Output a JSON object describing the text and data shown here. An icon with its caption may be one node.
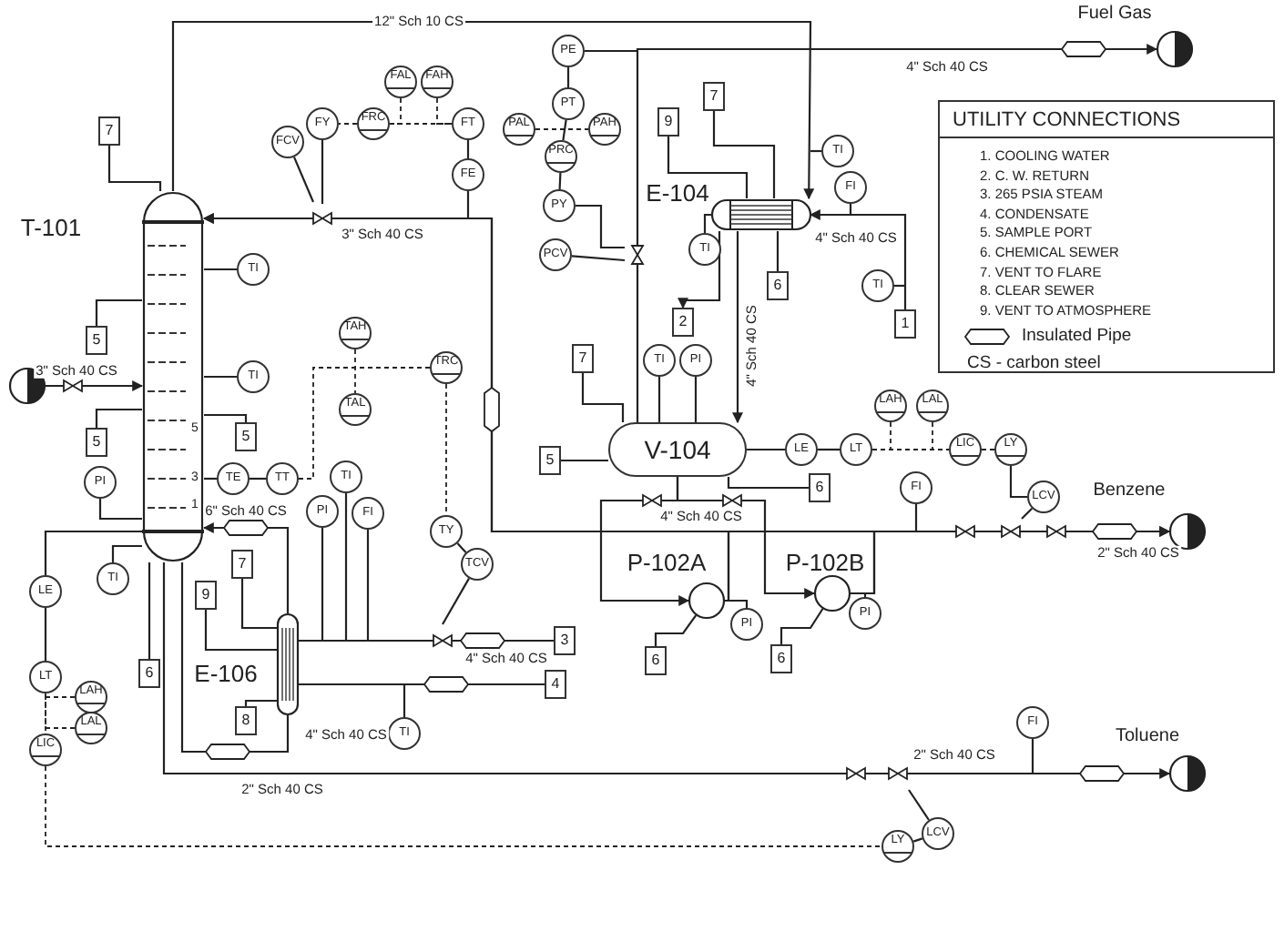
{
  "diagram": {
    "nodes": [
      {
        "text": [
          "T-101"
        ]
      },
      {
        "text": [
          "7"
        ]
      },
      {
        "text": [
          "FAL"
        ]
      },
      {
        "text": [
          "FAH"
        ]
      },
      {
        "text": [
          "FCV"
        ]
      },
      {
        "text": [
          "FY"
        ]
      },
      {
        "text": [
          "FRC"
        ]
      },
      {
        "text": [
          "FT"
        ]
      },
      {
        "text": [
          "FE"
        ]
      },
      {
        "text": [
          "PE"
        ]
      },
      {
        "text": [
          "PT"
        ]
      },
      {
        "text": [
          "PAL"
        ]
      },
      {
        "text": [
          "PRC"
        ]
      },
      {
        "text": [
          "PAH"
        ]
      },
      {
        "text": [
          "PY"
        ]
      },
      {
        "text": [
          "PCV"
        ]
      },
      {
        "text": [
          "9"
        ]
      },
      {
        "text": [
          "7"
        ]
      },
      {
        "text": [
          "E-104"
        ]
      },
      {
        "text": [
          "TI"
        ]
      },
      {
        "text": [
          "FI"
        ]
      },
      {
        "text": [
          "TI"
        ]
      },
      {
        "text": [
          "6"
        ]
      },
      {
        "text": [
          "2"
        ]
      },
      {
        "text": [
          "TI"
        ]
      },
      {
        "text": [
          "1"
        ]
      },
      {
        "text": [],
        "shape": "circle",
        "beside": [
          "Fuel Gas"
        ]
      },
      {
        "text": [
          "TI"
        ]
      },
      {
        "text": [
          "5"
        ]
      },
      {
        "text": [],
        "shape": "circle"
      },
      {
        "text": [
          "TI"
        ]
      },
      {
        "text": [
          "5"
        ]
      },
      {
        "text": [
          "5"
        ]
      },
      {
        "text": [
          "TAH"
        ]
      },
      {
        "text": [
          "TRC"
        ]
      },
      {
        "text": [
          "TAL"
        ]
      },
      {
        "text": [
          "7"
        ]
      },
      {
        "text": [
          "TI"
        ]
      },
      {
        "text": [
          "PI"
        ]
      },
      {
        "text": [
          "V-104"
        ]
      },
      {
        "text": [
          "5"
        ]
      },
      {
        "text": [
          "LE"
        ]
      },
      {
        "text": [
          "LT"
        ]
      },
      {
        "text": [
          "LAH"
        ]
      },
      {
        "text": [
          "LAL"
        ]
      },
      {
        "text": [
          "LIC"
        ]
      },
      {
        "text": [
          "LY"
        ]
      },
      {
        "text": [
          "6"
        ]
      },
      {
        "text": [
          "PI"
        ]
      },
      {
        "text": [
          "TE"
        ]
      },
      {
        "text": [
          "TT"
        ]
      },
      {
        "text": [
          "TI"
        ]
      },
      {
        "text": [
          "PI"
        ]
      },
      {
        "text": [
          "FI"
        ]
      },
      {
        "text": [
          "TY"
        ]
      },
      {
        "text": [
          "TCV"
        ]
      },
      {
        "text": [
          "FI"
        ]
      },
      {
        "text": [
          "LCV"
        ]
      },
      {
        "text": [],
        "shape": "circle",
        "beside": [
          "Benzene"
        ]
      },
      {
        "text": [
          "TI"
        ]
      },
      {
        "text": [
          "7"
        ]
      },
      {
        "text": [
          "9"
        ]
      },
      {
        "text": [
          "P-102A"
        ]
      },
      {
        "text": [
          "P-102B"
        ]
      },
      {
        "text": [
          "PI"
        ]
      },
      {
        "text": [
          "PI"
        ]
      },
      {
        "text": [
          "LE"
        ]
      },
      {
        "text": [
          "6"
        ]
      },
      {
        "text": [
          "E-106"
        ]
      },
      {
        "text": [
          "3"
        ]
      },
      {
        "text": [
          "LT"
        ]
      },
      {
        "text": [
          "LAH"
        ]
      },
      {
        "text": [
          "8"
        ]
      },
      {
        "text": [
          "4"
        ]
      },
      {
        "text": [
          "6"
        ]
      },
      {
        "text": [
          "6"
        ]
      },
      {
        "text": [
          "LAL"
        ]
      },
      {
        "text": [
          "TI"
        ]
      },
      {
        "text": [
          "FI"
        ]
      },
      {
        "text": [
          "LIC"
        ]
      },
      {
        "text": [],
        "shape": "circle",
        "beside": [
          "Toluene"
        ]
      },
      {
        "text": [
          "LY"
        ]
      },
      {
        "text": [
          "LCV"
        ]
      }
    ],
    "edges": [
      {
        "from": 0,
        "to": 18,
        "arrow": "to",
        "label": "12\" Sch 10 CS"
      },
      {
        "from": 1,
        "to": 0,
        "arrow": "none"
      },
      {
        "from": 29,
        "to": 0,
        "arrow": "to",
        "label": "3\" Sch 40 CS"
      },
      {
        "from": 0,
        "to": 27,
        "arrow": "none"
      },
      {
        "from": 0,
        "to": 28,
        "arrow": "none"
      },
      {
        "from": 0,
        "to": 30,
        "arrow": "none"
      },
      {
        "from": 0,
        "to": 31,
        "arrow": "none"
      },
      {
        "from": 0,
        "to": 32,
        "arrow": "none"
      },
      {
        "from": 0,
        "to": 48,
        "arrow": "none"
      },
      {
        "from": 0,
        "to": 49,
        "arrow": "none"
      },
      {
        "from": 49,
        "to": 50,
        "arrow": "none"
      },
      {
        "from": 50,
        "to": 34,
        "arrow": "none",
        "style": "dashed"
      },
      {
        "from": 33,
        "to": 35,
        "arrow": "none",
        "style": "dashed"
      },
      {
        "from": 34,
        "to": 54,
        "arrow": "none",
        "style": "dashed"
      },
      {
        "from": 54,
        "to": 55,
        "arrow": "none"
      },
      {
        "from": 55,
        "to": null,
        "arrow": "none"
      },
      {
        "from": 0,
        "to": 59,
        "arrow": "none"
      },
      {
        "from": 0,
        "to": 66,
        "arrow": "none"
      },
      {
        "from": 66,
        "to": 70,
        "arrow": "none"
      },
      {
        "from": 70,
        "to": 79,
        "arrow": "none",
        "style": "dashed"
      },
      {
        "from": 71,
        "to": 70,
        "arrow": "none",
        "style": "dashed"
      },
      {
        "from": 76,
        "to": 70,
        "arrow": "none",
        "style": "dashed"
      },
      {
        "from": 79,
        "to": 81,
        "arrow": "none",
        "style": "dashed"
      },
      {
        "from": 81,
        "to": 82,
        "arrow": "none"
      },
      {
        "from": 82,
        "to": null,
        "arrow": "none"
      },
      {
        "from": 0,
        "to": 67,
        "arrow": "none"
      },
      {
        "from": 0,
        "to": 68,
        "arrow": "none",
        "label": "4\" Sch 40 CS"
      },
      {
        "from": 68,
        "to": 0,
        "arrow": "to",
        "label": "6\" Sch 40 CS"
      },
      {
        "from": 0,
        "to": 80,
        "arrow": "to",
        "label": "2\" Sch 40 CS"
      },
      {
        "from": 68,
        "to": 60,
        "arrow": "none"
      },
      {
        "from": 68,
        "to": 61,
        "arrow": "none"
      },
      {
        "from": 68,
        "to": 72,
        "arrow": "none"
      },
      {
        "from": 69,
        "to": 68,
        "arrow": "none",
        "label": "4\" Sch 40 CS"
      },
      {
        "from": 68,
        "to": 73,
        "arrow": "none"
      },
      {
        "from": 51,
        "to": null,
        "arrow": "none"
      },
      {
        "from": 52,
        "to": null,
        "arrow": "none"
      },
      {
        "from": 53,
        "to": null,
        "arrow": "none"
      },
      {
        "from": 77,
        "to": null,
        "arrow": "none"
      },
      {
        "from": 18,
        "to": 39,
        "arrow": "to",
        "label": "4\" Sch 40 CS"
      },
      {
        "from": 39,
        "to": 26,
        "arrow": "to",
        "label": "4\" Sch 40 CS"
      },
      {
        "from": 36,
        "to": 39,
        "arrow": "none"
      },
      {
        "from": 37,
        "to": 39,
        "arrow": "none"
      },
      {
        "from": 38,
        "to": 39,
        "arrow": "none"
      },
      {
        "from": 40,
        "to": 39,
        "arrow": "none"
      },
      {
        "from": 39,
        "to": 47,
        "arrow": "none"
      },
      {
        "from": 39,
        "to": 41,
        "arrow": "none"
      },
      {
        "from": 41,
        "to": 42,
        "arrow": "none"
      },
      {
        "from": 42,
        "to": 45,
        "arrow": "none",
        "style": "dashed"
      },
      {
        "from": 43,
        "to": 42,
        "arrow": "none",
        "style": "dashed"
      },
      {
        "from": 44,
        "to": 45,
        "arrow": "none",
        "style": "dashed"
      },
      {
        "from": 45,
        "to": 46,
        "arrow": "none",
        "style": "dashed"
      },
      {
        "from": 46,
        "to": 57,
        "arrow": "none"
      },
      {
        "from": 57,
        "to": null,
        "arrow": "none"
      },
      {
        "from": 56,
        "to": null,
        "arrow": "none"
      },
      {
        "from": 39,
        "to": 62,
        "arrow": "to",
        "label": "4\" Sch 40 CS"
      },
      {
        "from": 39,
        "to": 63,
        "arrow": "to"
      },
      {
        "from": 62,
        "to": 0,
        "arrow": "to",
        "label": "3\" Sch 40 CS"
      },
      {
        "from": 63,
        "to": 0,
        "arrow": "to"
      },
      {
        "from": 62,
        "to": 58,
        "arrow": "to",
        "label": "2\" Sch 40 CS"
      },
      {
        "from": 63,
        "to": 58,
        "arrow": "to"
      },
      {
        "from": 62,
        "to": 74,
        "arrow": "none"
      },
      {
        "from": 63,
        "to": 75,
        "arrow": "none"
      },
      {
        "from": 62,
        "to": 64,
        "arrow": "none"
      },
      {
        "from": 63,
        "to": 65,
        "arrow": "none"
      },
      {
        "from": 18,
        "to": 16,
        "arrow": "none"
      },
      {
        "from": 18,
        "to": 17,
        "arrow": "none"
      },
      {
        "from": 18,
        "to": 21,
        "arrow": "none"
      },
      {
        "from": 18,
        "to": 23,
        "arrow": "to"
      },
      {
        "from": 18,
        "to": 22,
        "arrow": "none"
      },
      {
        "from": 25,
        "to": 18,
        "arrow": "to",
        "label": "4\" Sch 40 CS"
      },
      {
        "from": 24,
        "to": null,
        "arrow": "none"
      },
      {
        "from": 20,
        "to": null,
        "arrow": "none"
      },
      {
        "from": 19,
        "to": null,
        "arrow": "none"
      },
      {
        "from": 9,
        "to": null,
        "arrow": "none"
      },
      {
        "from": 9,
        "to": 10,
        "arrow": "none"
      },
      {
        "from": 10,
        "to": 12,
        "arrow": "none"
      },
      {
        "from": 11,
        "to": 13,
        "arrow": "none",
        "style": "dashed"
      },
      {
        "from": 12,
        "to": 14,
        "arrow": "none"
      },
      {
        "from": 14,
        "to": null,
        "arrow": "none"
      },
      {
        "from": 15,
        "to": null,
        "arrow": "none"
      },
      {
        "from": 8,
        "to": null,
        "arrow": "none"
      },
      {
        "from": 8,
        "to": 7,
        "arrow": "none"
      },
      {
        "from": 7,
        "to": 6,
        "arrow": "none",
        "style": "dashed"
      },
      {
        "from": 6,
        "to": 5,
        "arrow": "none",
        "style": "dashed"
      },
      {
        "from": 5,
        "to": null,
        "arrow": "none"
      },
      {
        "from": 4,
        "to": null,
        "arrow": "none"
      },
      {
        "from": 2,
        "to": 6,
        "arrow": "none",
        "style": "dashed"
      },
      {
        "from": 3,
        "to": 7,
        "arrow": "none",
        "style": "dashed"
      },
      {
        "from": 78,
        "to": null,
        "arrow": "none"
      }
    ],
    "labels": [
      "5",
      "3",
      "1",
      "UTILITY CONNECTIONS",
      "2\" Sch 40 CS"
    ],
    "legend": [
      {
        "text": "1. COOLING WATER"
      },
      {
        "text": "2. C. W. RETURN"
      },
      {
        "text": "3. 265 PSIA STEAM"
      },
      {
        "text": "4. CONDENSATE"
      },
      {
        "text": "5. SAMPLE PORT"
      },
      {
        "text": "6. CHEMICAL SEWER"
      },
      {
        "text": "7. VENT TO FLARE"
      },
      {
        "text": "8. CLEAR SEWER"
      },
      {
        "text": "9. VENT TO ATMOSPHERE"
      },
      {
        "text": "Insulated Pipe"
      },
      {
        "text": "CS - carbon steel"
      }
    ]
  }
}
